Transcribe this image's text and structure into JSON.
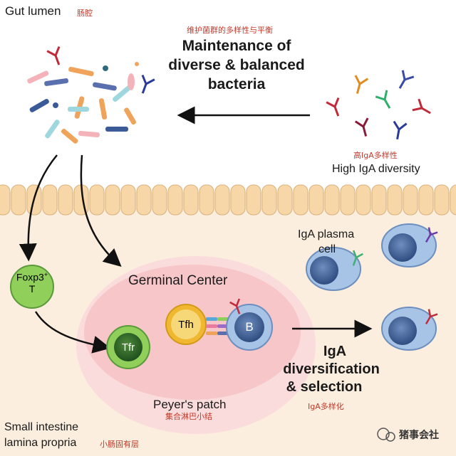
{
  "regions": {
    "gut_lumen": {
      "label": "Gut lumen",
      "label_cn": "肠腔"
    },
    "lamina_propria": {
      "label_line1": "Small intestine",
      "label_line2": "lamina propria",
      "label_cn": "小肠固有层"
    }
  },
  "maintenance": {
    "title_cn": "维护菌群的多样性与平衡",
    "line1": "Maintenance of",
    "line2": "diverse & balanced",
    "line3": "bacteria"
  },
  "high_iga": {
    "label_cn": "高IgA多样性",
    "label": "High IgA diversity"
  },
  "germinal_center": {
    "label": "Germinal Center"
  },
  "peyers_patch": {
    "label": "Peyer's patch",
    "label_cn": "集合淋巴小结"
  },
  "cells": {
    "foxp3_line1": "Foxp3",
    "foxp3_sup": "+",
    "foxp3_line2": "T",
    "tfr": "Tfr",
    "tfh": "Tfh",
    "b": "B"
  },
  "plasma_cell": {
    "line1": "IgA plasma",
    "line2": "cell"
  },
  "diversification": {
    "line1": "IgA",
    "line2": "diversification",
    "line3": "& selection",
    "label_cn": "IgA多样化"
  },
  "watermark": {
    "text": "猪事会社"
  },
  "colors": {
    "lumen_bg": "#ffffff",
    "tissue_bg": "#fbeede",
    "epithelium": "#f7d7a8",
    "germinal_center": "#f6c6c8",
    "peyers_patch": "#fbdcdc",
    "foxp3_cell": "#8fcf5a",
    "tfh_cell": "#f0b830",
    "b_cell": "#a7c4e6",
    "chinese_label": "#c0392b"
  }
}
